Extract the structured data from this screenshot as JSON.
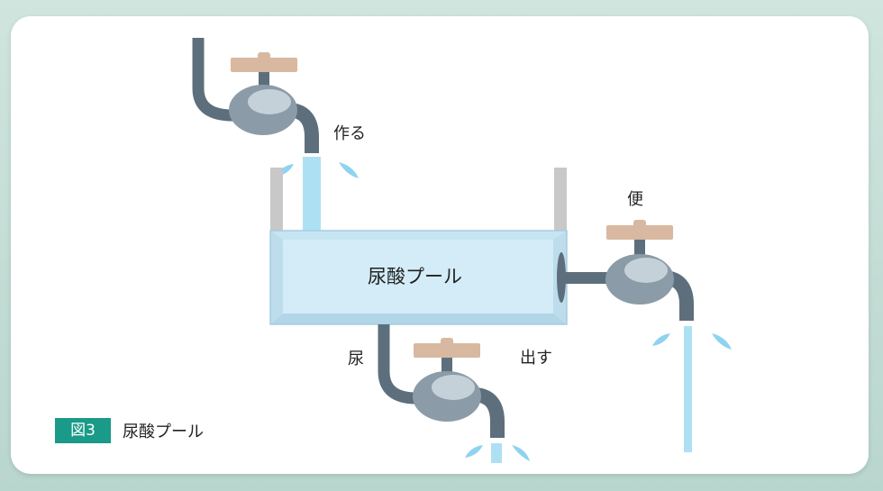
{
  "labels": {
    "make": "作る",
    "tank": "尿酸プール",
    "urine": "尿",
    "output": "出す",
    "stool": "便"
  },
  "figure": {
    "badge": "図3",
    "caption": "尿酸プール"
  },
  "colors": {
    "pipe": "#5d6f7c",
    "valve_body": "#8b9ba7",
    "valve_highlight": "#c5d1d8",
    "handle": "#d8b8a0",
    "water": "#aee0f4",
    "tank_fill": "#d3ecf8",
    "tank_wall": "#c8c8c8",
    "badge": "#1a9a88"
  },
  "icons": [
    "faucet-icon",
    "water-drop-icon"
  ]
}
